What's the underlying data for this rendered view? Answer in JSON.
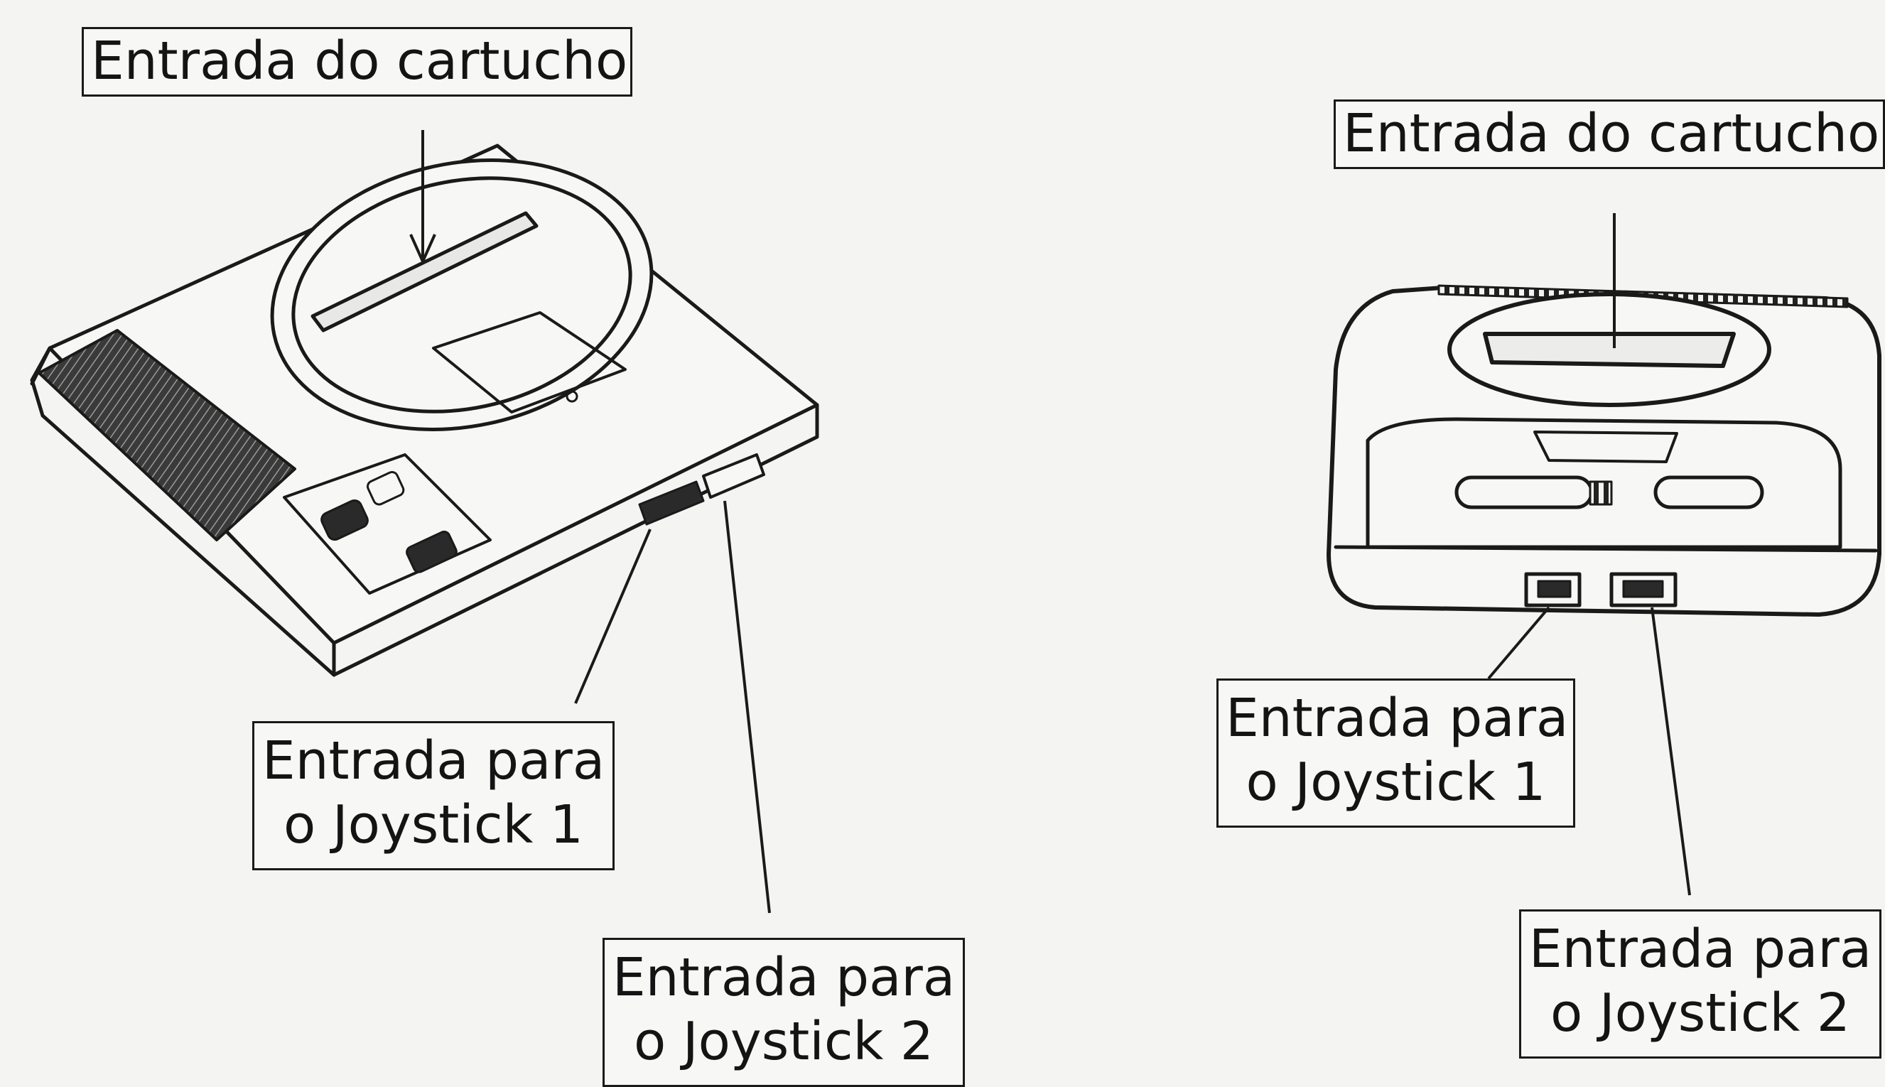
{
  "left_console": {
    "cartridge_label": "Entrada do cartucho",
    "joystick1_label": {
      "line1": "Entrada para",
      "line2": "o Joystick 1"
    },
    "joystick2_label": {
      "line1": "Entrada para",
      "line2": "o Joystick 2"
    }
  },
  "right_console": {
    "cartridge_label": "Entrada do cartucho",
    "joystick1_label": {
      "line1": "Entrada para",
      "line2": "o Joystick 1"
    },
    "joystick2_label": {
      "line1": "Entrada para",
      "line2": "o Joystick 2"
    }
  },
  "colors": {
    "ink": "#1a1a1a",
    "paper": "#f4f4f2"
  }
}
